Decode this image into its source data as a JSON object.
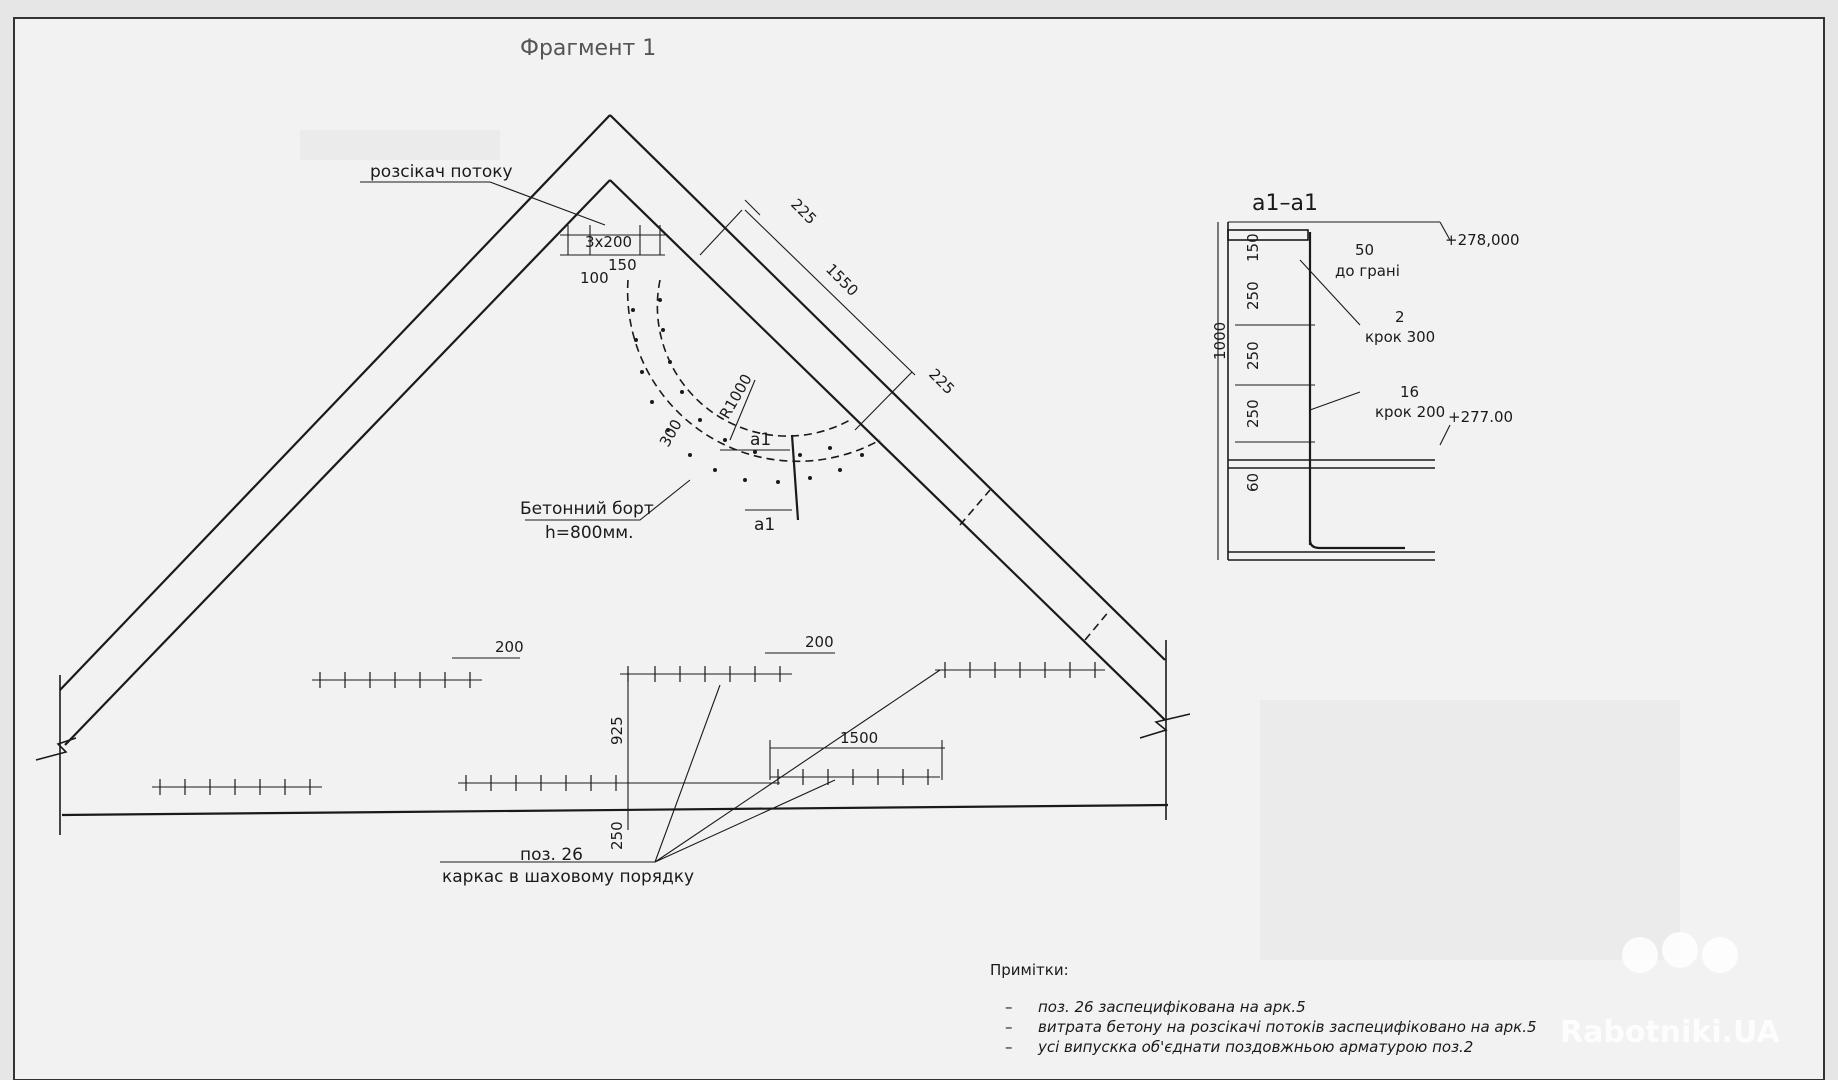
{
  "drawing": {
    "title": "Фрагмент 1",
    "flow_splitter_label": "розсікач потоку",
    "concrete_curb_label": "Бетонний борт",
    "concrete_curb_height": "h=800мм.",
    "position_label": "поз. 26",
    "frame_label": "каркас в шаховому порядку",
    "section_mark": "а1",
    "dims": {
      "d3x200": "3х200",
      "d100": "100",
      "d150": "150",
      "d225a": "225",
      "d1550": "1550",
      "d225b": "225",
      "r1000": "R1000",
      "d300": "300",
      "d200a": "200",
      "d200b": "200",
      "d925": "925",
      "d1500": "1500",
      "d250": "250"
    }
  },
  "section": {
    "title": "а1–а1",
    "elev_top": "+278,000",
    "elev_bottom": "+277.00",
    "d50": "50",
    "to_edge": "до грані",
    "bar2": "2",
    "step300": "крок 300",
    "bar16": "16",
    "step200": "крок 200",
    "d1000": "1000",
    "d150": "150",
    "d250a": "250",
    "d250b": "250",
    "d250c": "250",
    "d60": "60"
  },
  "notes": {
    "title": "Примітки:",
    "items": [
      "поз. 26 заспецифікована на арк.5",
      "витрата бетону на розсікачі потоків заспецифіковано на арк.5",
      "усі випускка об'єднати поздовжньою арматурою поз.2"
    ]
  },
  "watermark": "Rabotniki.UA"
}
